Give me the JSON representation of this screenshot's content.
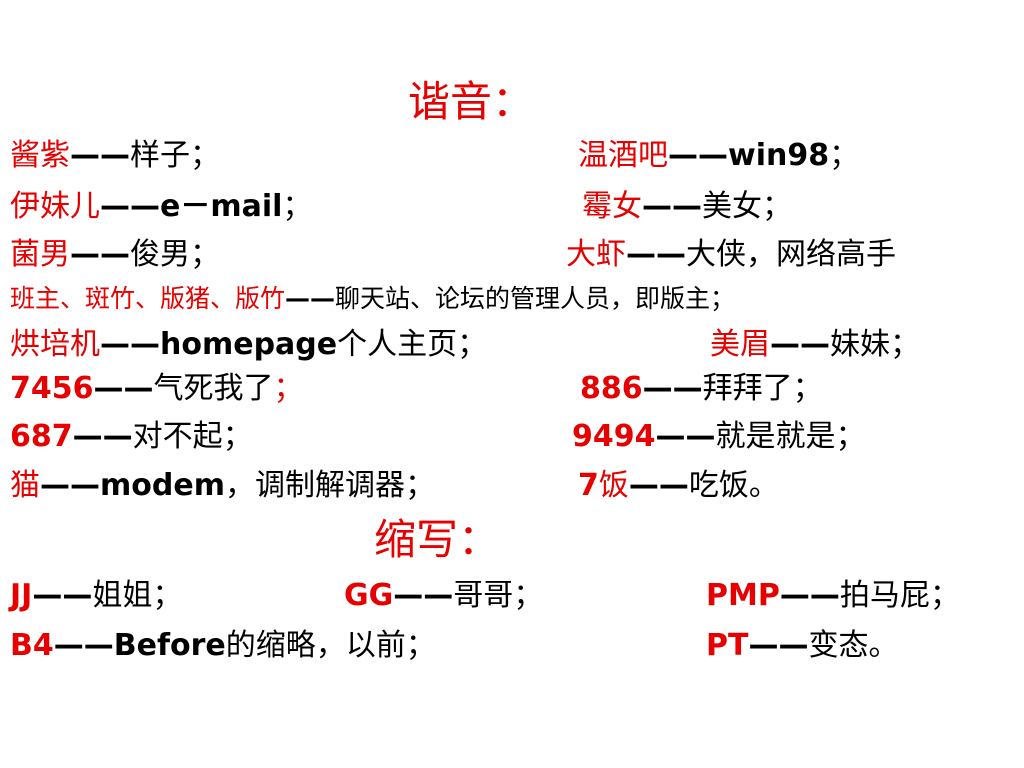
{
  "colors": {
    "accent": "#e60000",
    "text": "#000000",
    "background": "#ffffff"
  },
  "heading_homophone": "谐音：",
  "heading_abbrev": "缩写：",
  "homophones": {
    "row1_left": {
      "term": "酱紫",
      "dash": "——",
      "meaning": "样子；"
    },
    "row1_right": {
      "term": "温酒吧",
      "dash": "——",
      "meaning": "win98",
      "tail": "；"
    },
    "row2_left": {
      "term": "伊妹儿",
      "dash": "——",
      "meaning": "e－mail",
      "tail": "；"
    },
    "row2_right": {
      "term": "霉女",
      "dash": "——",
      "meaning": "美女；"
    },
    "row3_left": {
      "term": "菌男",
      "dash": "——",
      "meaning": "俊男；"
    },
    "row3_right": {
      "term": "大虾",
      "dash": "——",
      "meaning": "大侠，网络高手"
    },
    "row4": {
      "term": "班主、斑竹、版猪、版竹",
      "dash": "——",
      "meaning": "聊天站、论坛的管理人员，即版主；"
    },
    "row5_left": {
      "term": "烘培机",
      "dash": "——",
      "meaning_bold": "homepage",
      "meaning": "个人主页；"
    },
    "row5_right": {
      "term": "美眉",
      "dash": "——",
      "meaning": "妹妹；"
    },
    "row6_left": {
      "term": "7456",
      "dash": "——",
      "meaning": "气死我了",
      "tail": "；"
    },
    "row6_right": {
      "term": "886",
      "dash": "——",
      "meaning": "拜拜了；"
    },
    "row7_left": {
      "term": "687",
      "dash": "——",
      "meaning": "对不起；"
    },
    "row7_right": {
      "term": "9494",
      "dash": "——",
      "meaning": "就是就是；"
    },
    "row8_left": {
      "term": "猫",
      "dash": "——",
      "meaning_bold": "modem",
      "meaning": "，调制解调器；"
    },
    "row8_right": {
      "term_bold": "7",
      "term": "饭",
      "dash": "——",
      "meaning": "吃饭。"
    }
  },
  "abbreviations": {
    "row1_a": {
      "term": "JJ",
      "dash": "——",
      "meaning": "姐姐；"
    },
    "row1_b": {
      "term": "GG",
      "dash": "——",
      "meaning": "哥哥；"
    },
    "row1_c": {
      "term": "PMP",
      "dash": "——",
      "meaning": "拍马屁；"
    },
    "row2_a": {
      "term": "B4",
      "dash": "——",
      "meaning_bold": "Before",
      "meaning": "的缩略，以前；"
    },
    "row2_b": {
      "term": "PT",
      "dash": "——",
      "meaning": "变态。"
    }
  }
}
